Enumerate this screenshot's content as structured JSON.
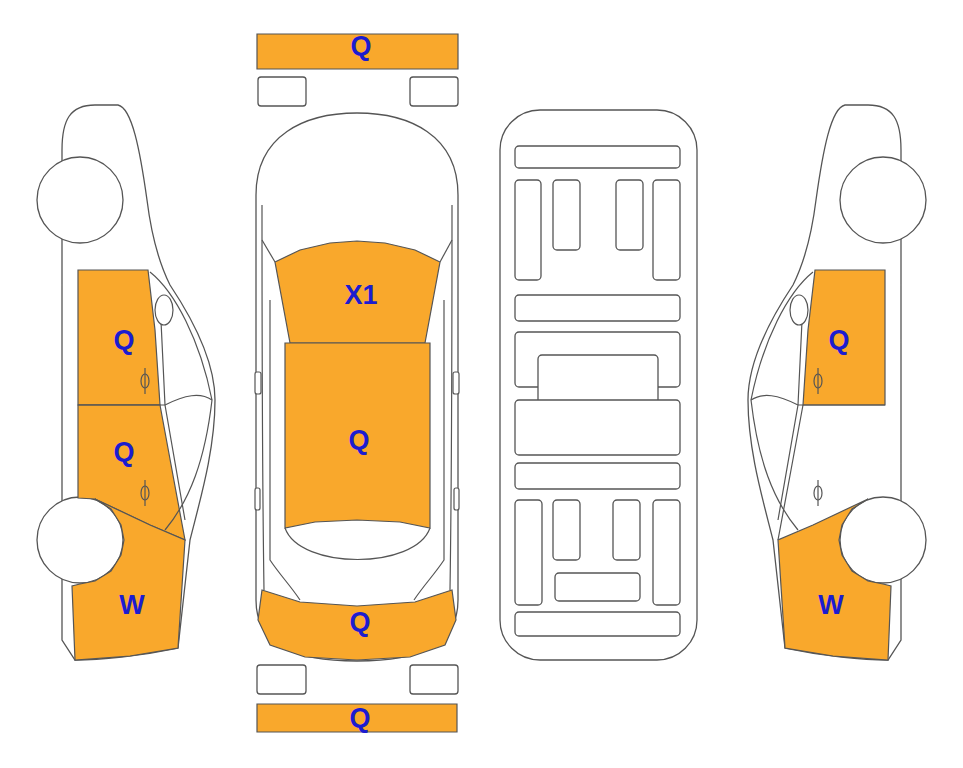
{
  "diagram": {
    "nodes": [
      {
        "text": [
          "Q"
        ]
      },
      {
        "text": [
          "X1"
        ]
      },
      {
        "text": [
          "Q"
        ]
      },
      {
        "text": [
          "Q"
        ]
      },
      {
        "text": [
          "Q"
        ]
      },
      {
        "text": [
          "Q"
        ]
      },
      {
        "text": [
          "W"
        ]
      },
      {
        "text": [
          "W"
        ]
      },
      {
        "text": [
          "Q"
        ]
      },
      {
        "text": [
          "Q"
        ]
      }
    ]
  }
}
